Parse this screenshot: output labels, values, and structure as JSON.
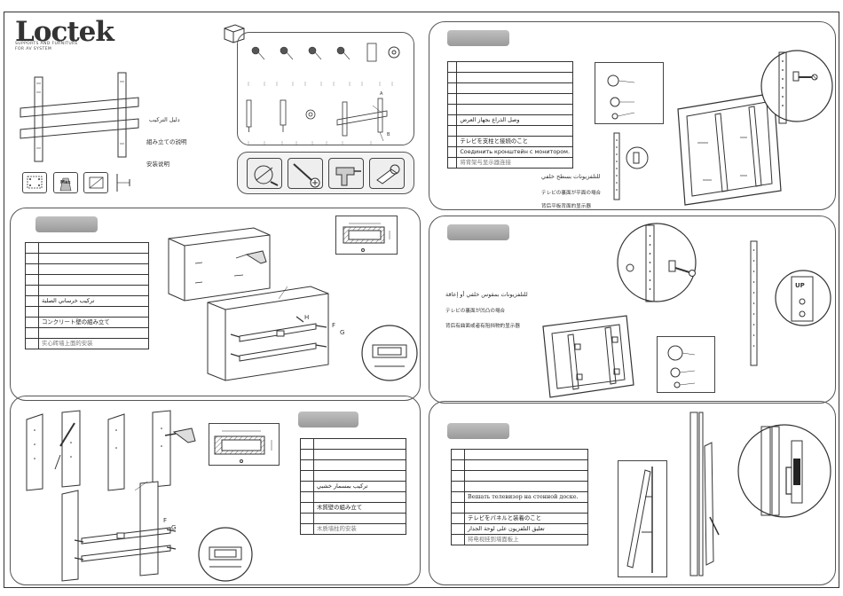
{
  "brand": {
    "logo": "Loctek",
    "tagline_line1": "SUPPORTS AND FURNITURE",
    "tagline_line2": "FOR AV SYSTEM"
  },
  "cover": {
    "title_arabic": "دليل التركيب",
    "title_japanese": "組み立ての説明",
    "title_chinese": "安装说明",
    "badge_max": "Max"
  },
  "parts_labels": {
    "label_a": "A",
    "label_b": "B"
  },
  "panels": {
    "top_right": {
      "rows": [
        "",
        "",
        "",
        "",
        "",
        "وصل الذراع بجهاز العرض",
        "",
        "テレビを支柱と接続のこと",
        "Соединить кронштейн с монитором.",
        "将背架与显示器连接"
      ],
      "arabic_caption": "للتلفزيونات بسطح خلفي",
      "japanese_caption": "テレビの裏面が平面の場合",
      "chinese_caption": "背后平板背面的显示器",
      "callout_text": ""
    },
    "mid_left": {
      "rows": [
        "",
        "",
        "",
        "",
        "",
        "تركيب خرساني الصلبة",
        "",
        "コンクリート壁の組み立て",
        "",
        "实心砖墙上面的安装"
      ],
      "label_h": "H",
      "label_f": "F",
      "label_g": "G"
    },
    "mid_right": {
      "arabic_caption": "للتلفزيونات بمقوس خلفي أو إعاقة",
      "japanese_caption": "テレビの裏面が凹凸の場合",
      "chinese_caption": "背后有曲面或者有阻挡物的显示器",
      "label_up": "UP"
    },
    "bottom_left": {
      "rows": [
        "",
        "",
        "",
        "",
        "تركيب بمسمار خشبي",
        "",
        "木質壁の組み立て",
        "",
        "木质墙柱的安装"
      ],
      "label_f": "F",
      "label_g": "G"
    },
    "bottom_right": {
      "rows": [
        "",
        "",
        "",
        "",
        "Вешать телевизор на стенной доске.",
        "",
        "テレビをパネルと装着のこと",
        "تعليق التلفزيون على لوحة الجدار",
        "将电视挂到墙面板上"
      ]
    }
  },
  "colors": {
    "line": "#333333",
    "pill": "#a8a8a8",
    "paper": "#ffffff"
  }
}
